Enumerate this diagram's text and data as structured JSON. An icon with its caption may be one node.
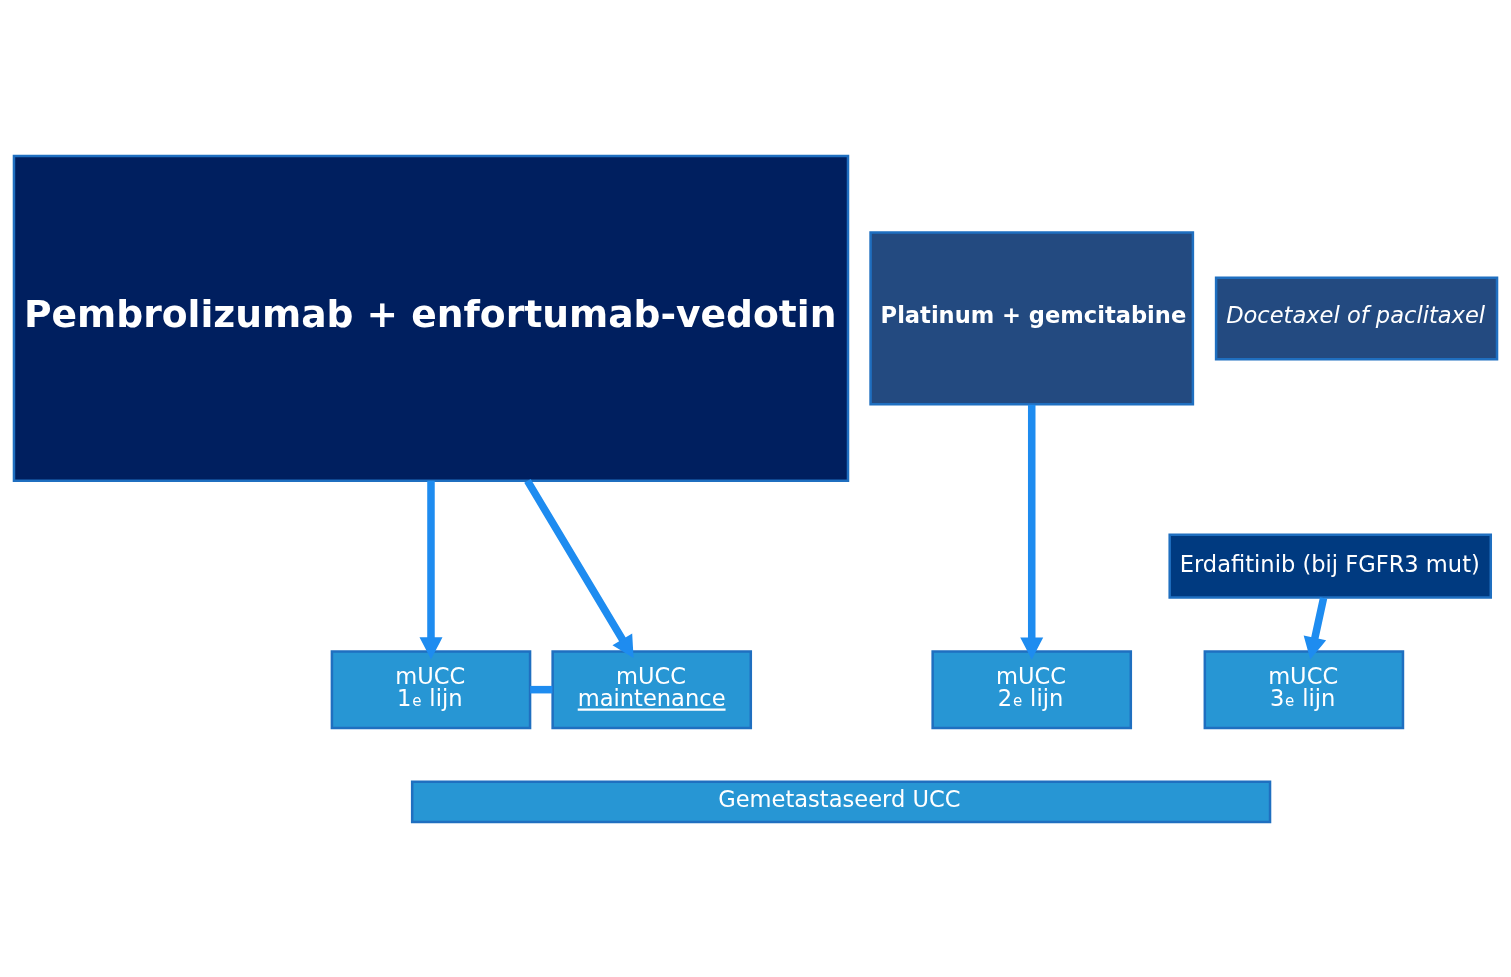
{
  "diagram": {
    "nodes": [
      {
        "text": [
          "Pembrolizumab + enfortumab-vedotin"
        ]
      },
      {
        "text": [
          "Platinum + gemcitabine"
        ]
      },
      {
        "text": [
          "Docetaxel of paclitaxel"
        ]
      },
      {
        "text": [
          "Erdafitinib (bij FGFR3 mut)"
        ]
      },
      {
        "text": [
          "mUCC",
          "1$^{e}$ lijn"
        ]
      },
      {
        "text": [
          "mUCC",
          "maintenance"
        ]
      },
      {
        "text": [
          "mUCC",
          "2$^{e}$ lijn"
        ]
      },
      {
        "text": [
          "mUCC",
          "3$^{e}$ lijn"
        ]
      },
      {
        "text": [
          "Gemetastaseerd UCC"
        ]
      }
    ],
    "edges": [
      {
        "from": 0,
        "to": 4,
        "arrow": "to"
      },
      {
        "from": 0,
        "to": 5,
        "arrow": "to"
      },
      {
        "from": 1,
        "to": 6,
        "arrow": "to"
      },
      {
        "from": 3,
        "to": 7,
        "arrow": "to"
      },
      {
        "from": 4,
        "to": 5,
        "arrow": "none"
      }
    ]
  }
}
